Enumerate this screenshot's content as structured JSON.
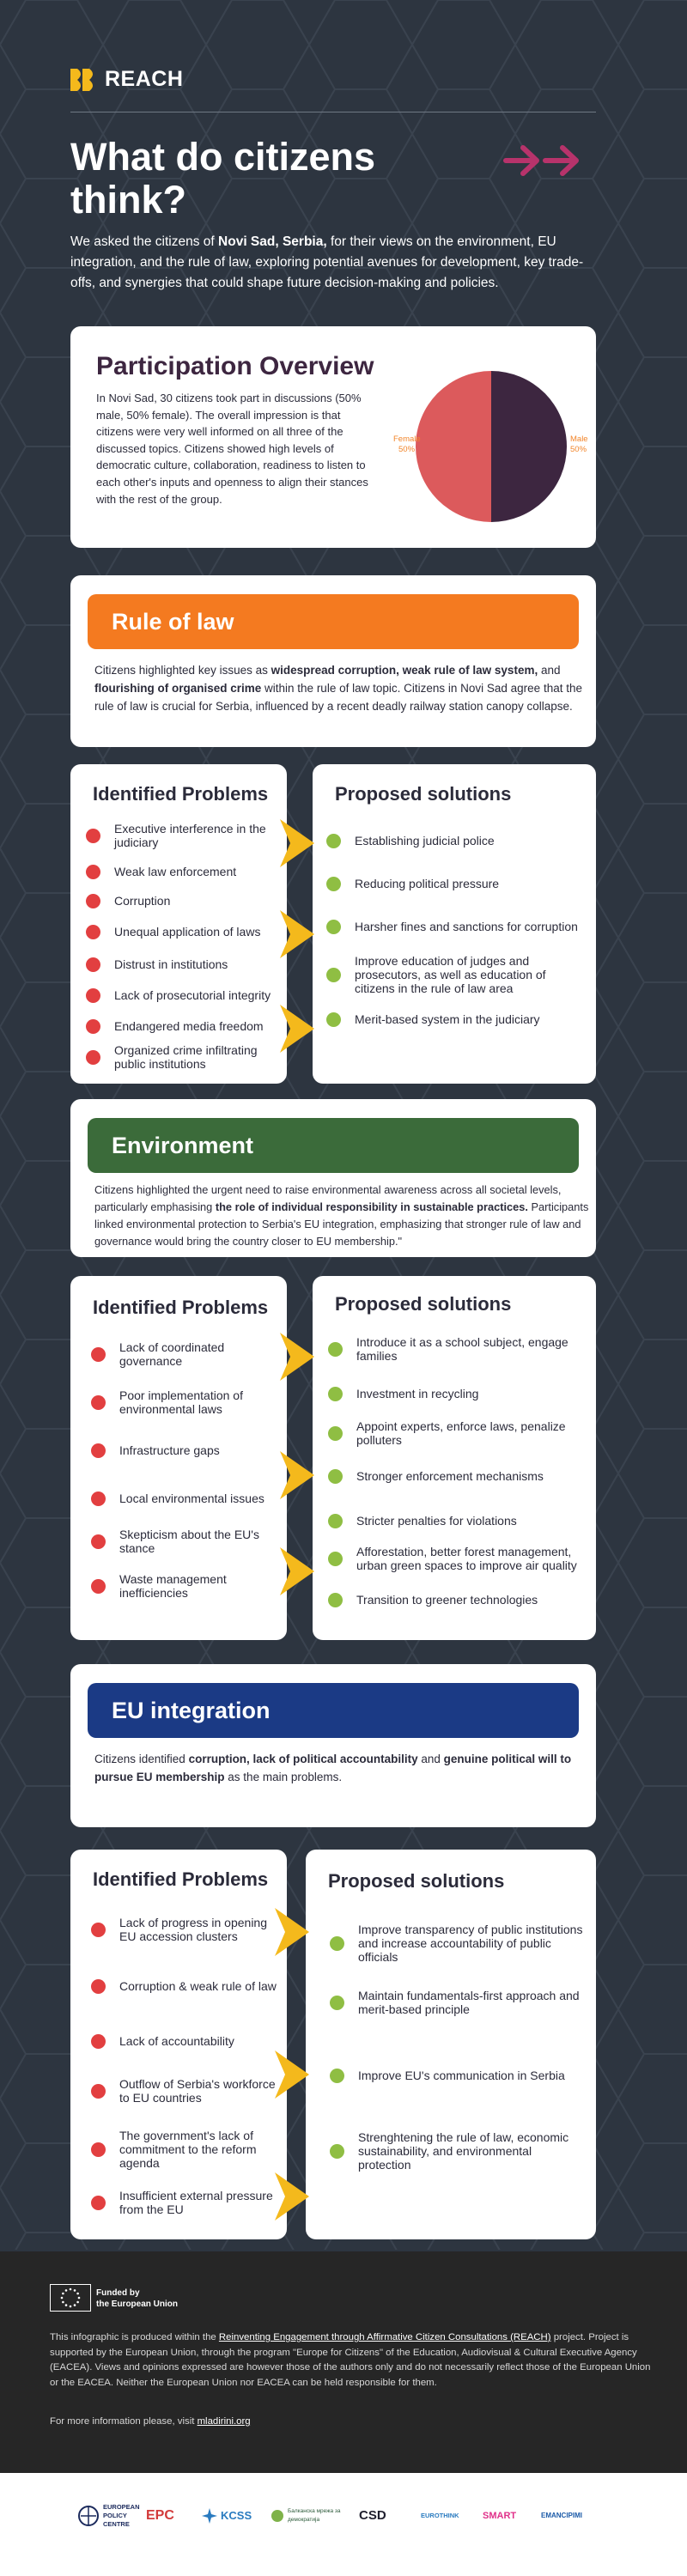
{
  "brand": {
    "name": "REACH"
  },
  "hero": {
    "title": "What do citizens think?",
    "intro_pre": "We asked the citizens of ",
    "intro_place": "Novi Sad, Serbia,",
    "intro_post": " for their views on the environment, EU integration, and the rule of law, exploring potential avenues for development, key trade-offs, and synergies that could shape future decision-making and policies."
  },
  "overview": {
    "title": "Participation Overview",
    "text": "In Novi Sad, 30 citizens took part in discussions (50% male, 50% female).  The overall impression is that citizens were very well informed on all three of the discussed topics. Citizens showed high levels of democratic culture, collaboration, readiness to listen to each other's inputs and openness to align their stances with the rest of the group.",
    "female_label": "Female",
    "female_pct": "50%",
    "male_label": "Male",
    "male_pct": "50%"
  },
  "chart_data": {
    "type": "pie",
    "categories": [
      "Female",
      "Male"
    ],
    "values": [
      50,
      50
    ],
    "colors": [
      "#dc5a5c",
      "#3d2640"
    ]
  },
  "labels": {
    "problems": "Identified Problems",
    "solutions": "Proposed solutions"
  },
  "rule_of_law": {
    "title": "Rule of law",
    "text_1": "Citizens highlighted key issues as ",
    "text_2": "widespread corruption, weak rule of law system,",
    "text_3": " and ",
    "text_4": "flourishing of organised crime",
    "text_5": " within the rule of law topic. Citizens in Novi Sad agree that the rule of law is crucial for Serbia, influenced by a recent deadly railway station canopy collapse.",
    "problems": [
      "Executive interference in the judiciary",
      "Weak law enforcement",
      "Corruption",
      "Unequal application of laws",
      "Distrust in institutions",
      "Lack of prosecutorial integrity",
      "Endangered media freedom",
      "Organized crime infiltrating public institutions"
    ],
    "solutions": [
      "Establishing judicial police",
      "Reducing political pressure",
      "Harsher fines and sanctions for corruption",
      "Improve education of judges and prosecutors, as well as education of citizens in the rule of law area",
      "Merit-based system in the judiciary"
    ]
  },
  "environment": {
    "title": "Environment",
    "text_1": "Citizens highlighted the urgent need to raise environmental awareness across all societal levels, particularly emphasising ",
    "text_2": "the role of individual responsibility in sustainable practices.",
    "text_3": " Participants linked environmental protection to Serbia's EU integration, emphasizing that stronger rule of law and governance would bring the country closer to EU membership.\"",
    "problems": [
      "Lack of coordinated governance",
      "Poor implementation of environmental laws",
      "Infrastructure gaps",
      "Local environmental issues",
      "Skepticism about the EU's stance",
      "Waste management inefficiencies"
    ],
    "solutions": [
      "Introduce it as a school subject, engage families",
      "Investment in recycling",
      "Appoint experts, enforce laws, penalize polluters",
      "Stronger enforcement mechanisms",
      "Stricter penalties for violations",
      "Afforestation, better forest management, urban green spaces to improve air quality",
      "Transition to greener technologies"
    ]
  },
  "eu_integration": {
    "title": "EU integration",
    "text_1": "Citizens identified ",
    "text_2": "corruption, lack of political accountability",
    "text_3": " and ",
    "text_4": "genuine political will to pursue EU membership",
    "text_5": " as the main problems.",
    "problems": [
      "Lack of progress in opening EU accession clusters",
      "Corruption & weak rule of law",
      "Lack of accountability",
      "Outflow of Serbia's workforce to EU countries",
      "The government's lack of commitment to the reform agenda",
      "Insufficient external pressure from the EU"
    ],
    "solutions": [
      "Improve transparency of public institutions and increase accountability of public officials",
      "Maintain fundamentals-first approach and merit-based principle",
      "Improve EU's communication in Serbia",
      "Strenghtening the rule of law, economic sustainability, and environmental protection"
    ]
  },
  "footer": {
    "funded_line1": "Funded by",
    "funded_line2": "the European Union",
    "text_1": "This infographic is produced within the ",
    "project_link": "Reinventing Engagement through Affirmative Citizen Consultations (REACH)",
    "text_2": " project. Project is supported by the European Union, through the program \"Europe for Citizens\" of the Education, Audiovisual & Cultural Executive Agency (EACEA). Views and opinions expressed are however those of the authors only and do not necessarily reflect those of the European Union or the EACEA. Neither the European Union nor EACEA can be held responsible for them.",
    "more_text": "For more information please, visit ",
    "more_link": "mladirini.org"
  },
  "partners": [
    {
      "name": "EUROPEAN POLICY CENTRE"
    },
    {
      "name": "EPC"
    },
    {
      "name": "KCSS"
    },
    {
      "name": "Балканска мрежа за демократија"
    },
    {
      "name": "CSD"
    },
    {
      "name": "EUROTHINK"
    },
    {
      "name": "SMART"
    },
    {
      "name": "EMANCIPIMI"
    }
  ]
}
